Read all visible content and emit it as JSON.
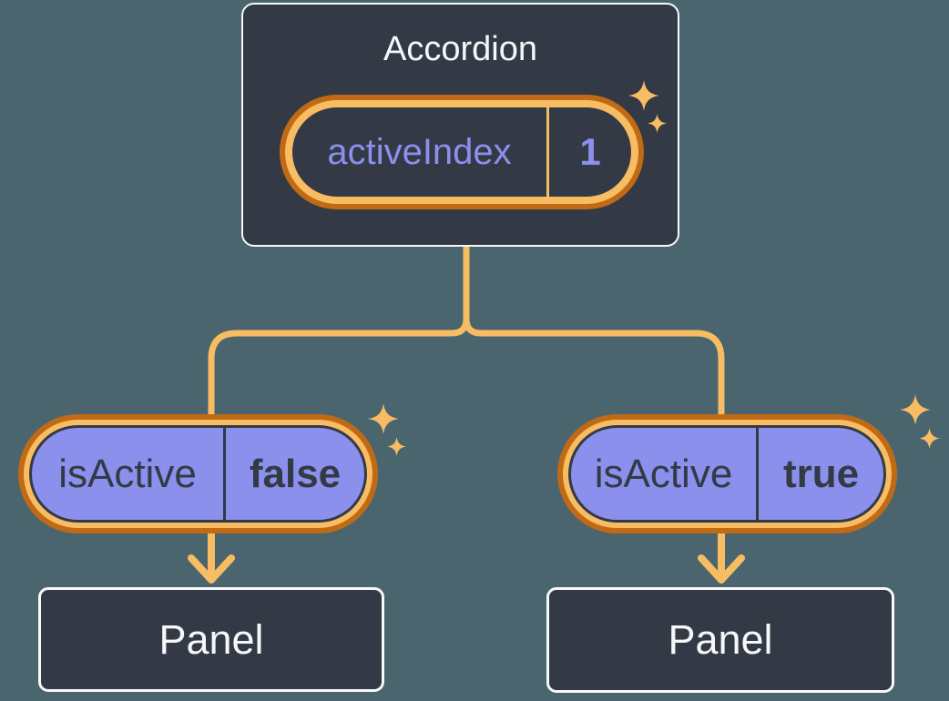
{
  "accordion": {
    "title": "Accordion",
    "state": {
      "name": "activeIndex",
      "value": "1"
    }
  },
  "children": {
    "left": {
      "prop": {
        "name": "isActive",
        "value": "false"
      },
      "panel": {
        "title": "Panel"
      }
    },
    "right": {
      "prop": {
        "name": "isActive",
        "value": "true"
      },
      "panel": {
        "title": "Panel"
      }
    }
  },
  "icons": {
    "sparkle": "sparkle-icon",
    "arrow": "arrow-down-icon"
  },
  "colors": {
    "background": "#4B656E",
    "box_fill": "#333A45",
    "box_border": "#F7F8F9",
    "purple": "#8A90EC",
    "orange_light": "#F8BC63",
    "orange_dark": "#C16A16",
    "text_light": "#F6F7F9",
    "text_dark": "#333A45"
  }
}
